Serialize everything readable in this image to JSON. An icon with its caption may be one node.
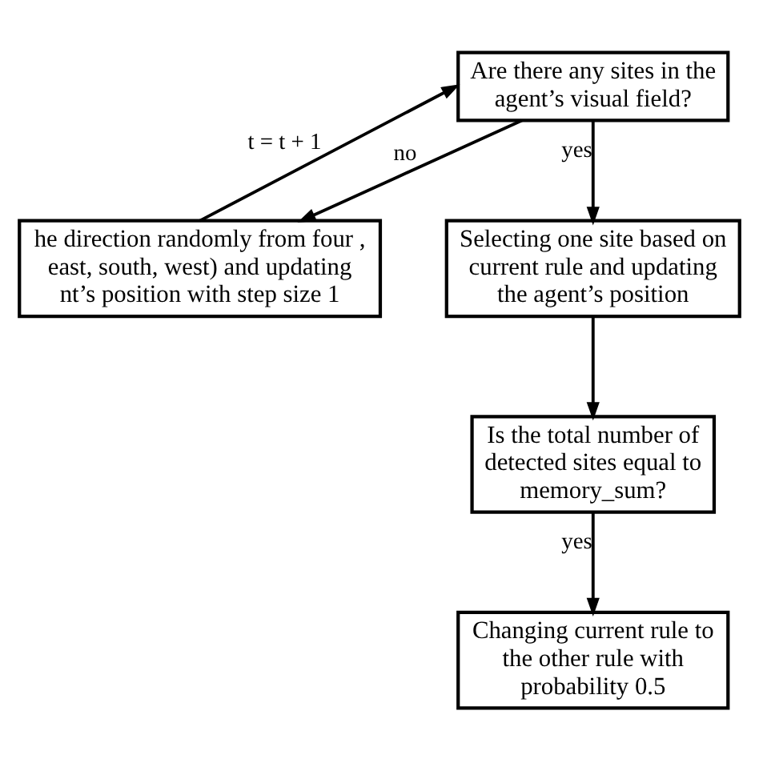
{
  "diagram": {
    "nodes": [
      {
        "text": [
          "Are there any sites in the agent’s visual field?"
        ]
      },
      {
        "text": [
          "he direction randomly from four , east, south, west) and updating nt’s position with step size 1"
        ]
      },
      {
        "text": [
          "Selecting one site based on current rule and updating the agent’s position"
        ]
      },
      {
        "text": [
          "Is the total number of detected sites equal to memory_sum?"
        ]
      },
      {
        "text": [
          "Changing current rule to the other rule with probability 0.5"
        ]
      }
    ],
    "edges": [
      {
        "from": 0,
        "to": 1,
        "arrow": "to",
        "label": "no"
      },
      {
        "from": 0,
        "to": 2,
        "arrow": "to",
        "label": "yes"
      },
      {
        "from": 2,
        "to": 3,
        "arrow": "to"
      },
      {
        "from": 3,
        "to": 4,
        "arrow": "to",
        "label": "yes"
      },
      {
        "from": 1,
        "to": 0,
        "arrow": "to",
        "label": "t = t + 1"
      }
    ]
  }
}
